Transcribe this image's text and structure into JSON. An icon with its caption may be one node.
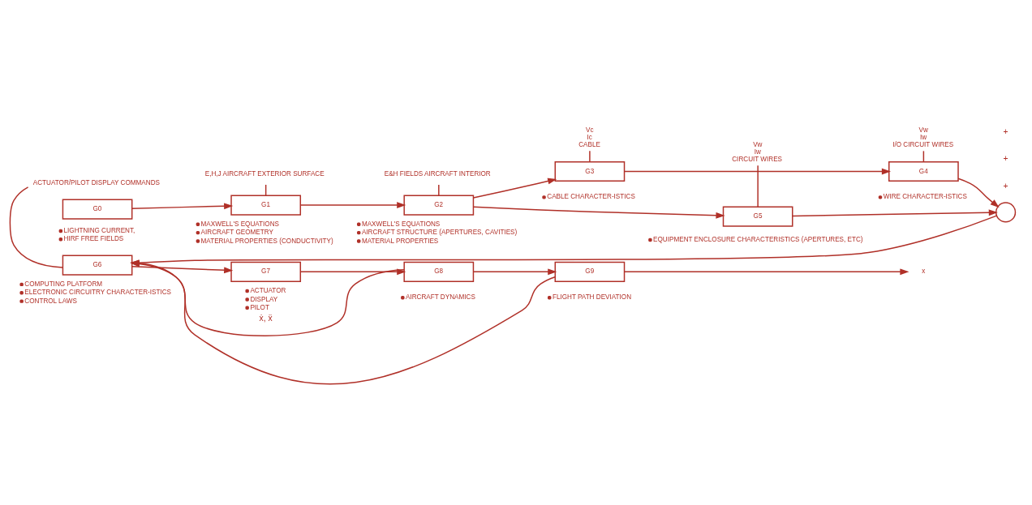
{
  "diagram": {
    "nodes": [
      {
        "text": [
          "G0"
        ],
        "beside": [
          "LIGHTNING CURRENT,",
          "HIRF FREE FIELDS"
        ]
      },
      {
        "text": [
          "G1"
        ],
        "beside": [
          "MAXWELL'S EQUATIONS",
          "AIRCRAFT GEOMETRY",
          "MATERIAL PROPERTIES (CONDUCTIVITY)"
        ]
      },
      {
        "text": [
          "G2"
        ],
        "beside": [
          "MAXWELL'S EQUATIONS",
          "AIRCRAFT STRUCTURE (APERTURES, CAVITIES)",
          "MATERIAL PROPERTIES"
        ]
      },
      {
        "text": [
          "G3"
        ],
        "beside": [
          "CABLE CHARACTER-ISTICS"
        ]
      },
      {
        "text": [
          "G4"
        ],
        "beside": [
          "WIRE CHARACTER-ISTICS"
        ]
      },
      {
        "text": [
          "G5"
        ],
        "beside": [
          "EQUIPMENT ENCLOSURE CHARACTERISTICS (APERTURES, ETC)"
        ]
      },
      {
        "text": [],
        "shape": "circle"
      },
      {
        "text": [
          "G6"
        ],
        "beside": [
          "COMPUTING PLATFORM",
          "ELECTRONIC CIRCUITRY CHARACTER-ISTICS",
          "CONTROL LAWS"
        ]
      },
      {
        "text": [
          "G7"
        ],
        "beside": [
          "ACTUATOR",
          "DISPLAY",
          "PILOT"
        ]
      },
      {
        "text": [
          "G8"
        ],
        "beside": [
          "AIRCRAFT DYNAMICS"
        ]
      },
      {
        "text": [
          "G9"
        ],
        "beside": [
          "FLIGHT PATH DEVIATION"
        ]
      },
      {
        "text": [
          "E,H,J AIRCRAFT EXTERIOR SURFACE"
        ]
      },
      {
        "text": [
          "E&H FIELDS AIRCRAFT INTERIOR"
        ]
      },
      {
        "text": [
          "Vc",
          "Ic",
          "CABLE"
        ]
      },
      {
        "text": [
          "Vw",
          "Iw",
          "I/O CIRCUIT WIRES"
        ]
      },
      {
        "text": [
          "Vw",
          "Iw",
          "CIRCUIT WIRES"
        ]
      },
      {
        "text": [
          "ACTUATOR/PILOT DISPLAY COMMANDS"
        ]
      },
      {
        "text": [
          "x"
        ]
      }
    ],
    "edges": [
      {
        "from": 0,
        "to": 1,
        "arrow": "to"
      },
      {
        "from": 1,
        "to": 2,
        "arrow": "to"
      },
      {
        "from": 1,
        "to": 11,
        "arrow": "none"
      },
      {
        "from": 2,
        "to": 3,
        "arrow": "to"
      },
      {
        "from": 2,
        "to": 12,
        "arrow": "none"
      },
      {
        "from": 2,
        "to": 5,
        "arrow": "to"
      },
      {
        "from": 3,
        "to": 4,
        "arrow": "to"
      },
      {
        "from": 3,
        "to": 13,
        "arrow": "none"
      },
      {
        "from": 4,
        "to": 6,
        "arrow": "to"
      },
      {
        "from": 4,
        "to": 14,
        "arrow": "none"
      },
      {
        "from": 5,
        "to": 6,
        "arrow": "to"
      },
      {
        "from": 5,
        "to": 15,
        "arrow": "none"
      },
      {
        "from": 6,
        "to": 7,
        "arrow": "to"
      },
      {
        "from": 7,
        "to": 8,
        "arrow": "to"
      },
      {
        "from": 7,
        "to": 16,
        "arrow": "none"
      },
      {
        "from": 8,
        "to": 9,
        "arrow": "to"
      },
      {
        "from": 9,
        "to": 10,
        "arrow": "to"
      },
      {
        "from": 9,
        "to": 7,
        "arrow": "to",
        "label": "ẋ, ẍ"
      },
      {
        "from": 10,
        "to": 7,
        "arrow": "to"
      },
      {
        "from": 10,
        "to": 17,
        "arrow": "to"
      }
    ],
    "labels": [
      "+",
      "+",
      "+"
    ]
  }
}
